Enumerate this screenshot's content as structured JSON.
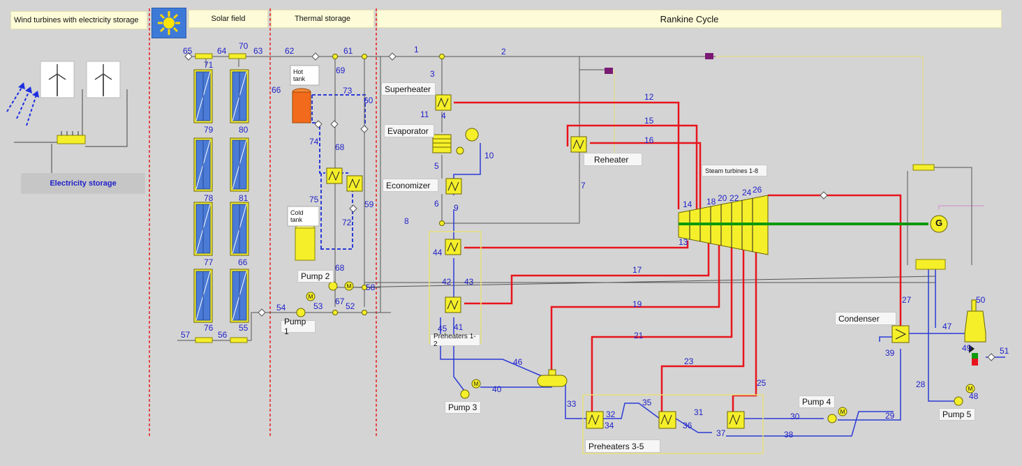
{
  "sections": {
    "wind": "Wind turbines with electricity storage",
    "solar": "Solar field",
    "thermal": "Thermal storage",
    "rankine": "Rankine Cycle"
  },
  "components": {
    "electricity_storage": "Electricity storage",
    "hot_tank": "Hot tank",
    "cold_tank": "Cold tank",
    "superheater": "Superheater",
    "evaporator": "Evaporator",
    "economizer": "Economizer",
    "reheater": "Reheater",
    "steam_turbines": "Steam turbines 1-8",
    "generator": "G",
    "condenser": "Condenser",
    "preheaters_1_2": "Preheaters 1-2",
    "preheaters_3_5": "Preheaters 3-5",
    "pump1": "Pump 1",
    "pump2": "Pump 2",
    "pump3": "Pump 3",
    "pump4": "Pump 4",
    "pump5": "Pump 5",
    "motor": "M"
  },
  "stream_numbers": [
    "1",
    "2",
    "3",
    "4",
    "5",
    "6",
    "7",
    "8",
    "9",
    "10",
    "11",
    "12",
    "13",
    "14",
    "15",
    "16",
    "17",
    "18",
    "19",
    "20",
    "21",
    "22",
    "23",
    "24",
    "25",
    "26",
    "27",
    "28",
    "29",
    "30",
    "31",
    "32",
    "33",
    "34",
    "35",
    "36",
    "37",
    "38",
    "39",
    "40",
    "41",
    "42",
    "43",
    "44",
    "45",
    "46",
    "47",
    "48",
    "49",
    "50",
    "51",
    "52",
    "53",
    "54",
    "55",
    "56",
    "57",
    "58",
    "59",
    "60",
    "61",
    "62",
    "63",
    "64",
    "65",
    "66",
    "66",
    "67",
    "68",
    "68",
    "69",
    "70",
    "71",
    "72",
    "73",
    "74",
    "75",
    "76",
    "77",
    "78",
    "79",
    "80",
    "81"
  ],
  "colors": {
    "background": "#d4d4d4",
    "section_header": "#fdfbd8",
    "component_fill": "#f5ef2a",
    "hot_stream": "#e8141c",
    "cold_stream": "#2b3bd6",
    "stream_label": "#1f1fc9",
    "boundary": "#e81c1c",
    "shaft": "#0a9a0a",
    "hot_tank": "#f26a1b",
    "panel": "#4a7bd6"
  }
}
